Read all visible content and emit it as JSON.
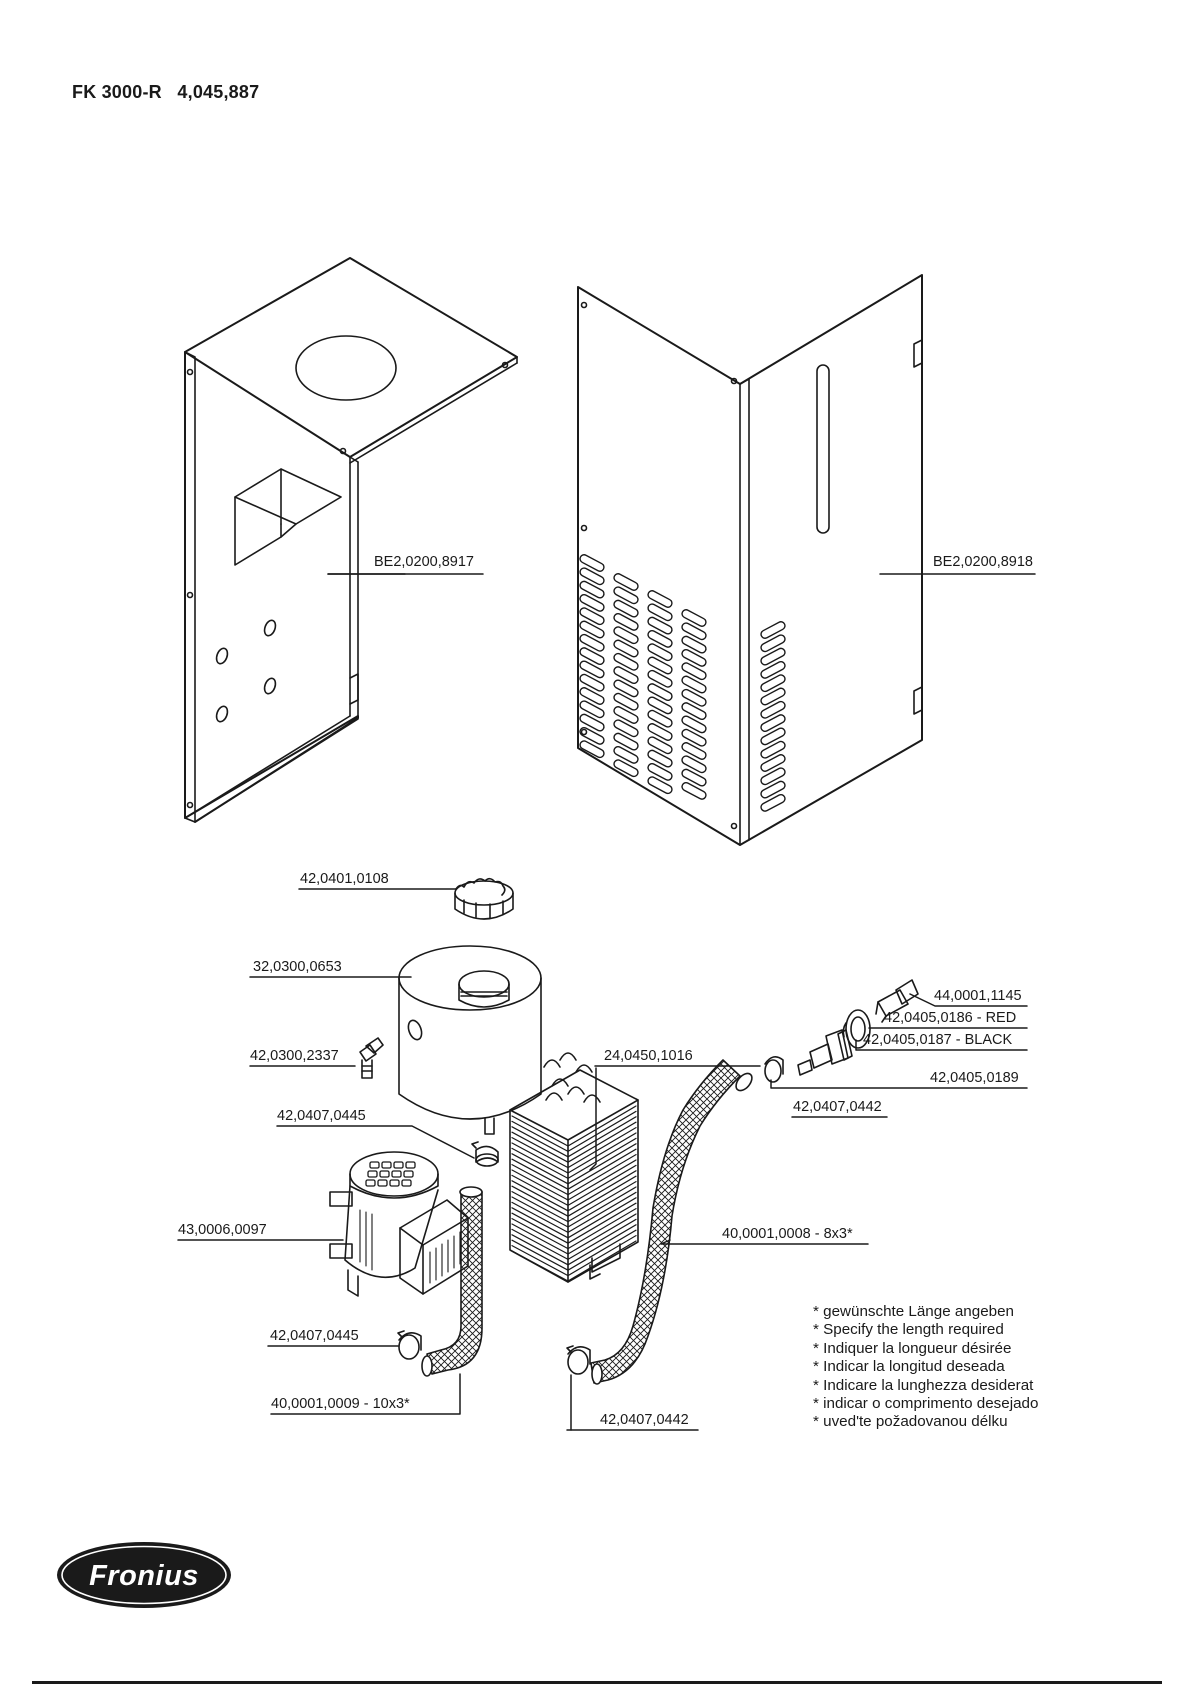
{
  "title": "FK 3000-R   4,045,887",
  "parts": {
    "housing_left": "BE2,0200,8917",
    "housing_right": "BE2,0200,8918",
    "filler_cap": "42,0401,0108",
    "tank": "32,0300,0653",
    "elbow_fitting": "42,0300,2337",
    "clamp_tank": "42,0407,0445",
    "radiator": "24,0450,1016",
    "nipple": "44,0001,1145",
    "coupling_red": "42,0405,0186 - RED",
    "coupling_black": "42,0405,0187 - BLACK",
    "nut": "42,0405,0189",
    "clamp_right": "42,0407,0442",
    "hose_right": "40,0001,0008 - 8x3*",
    "pump": "43,0006,0097",
    "clamp_pump": "42,0407,0445",
    "hose_left": "40,0001,0009 - 10x3*",
    "clamp_bottom": "42,0407,0442"
  },
  "footnote": [
    "* gewünschte Länge angeben",
    "* Specify the length required",
    "* Indiquer la longueur désirée",
    "* Indicar la longitud deseada",
    "* Indicare la lunghezza desiderat",
    "* indicar o comprimento desejado",
    "* uved'te požadovanou délku"
  ],
  "logo_text": "Fronius"
}
